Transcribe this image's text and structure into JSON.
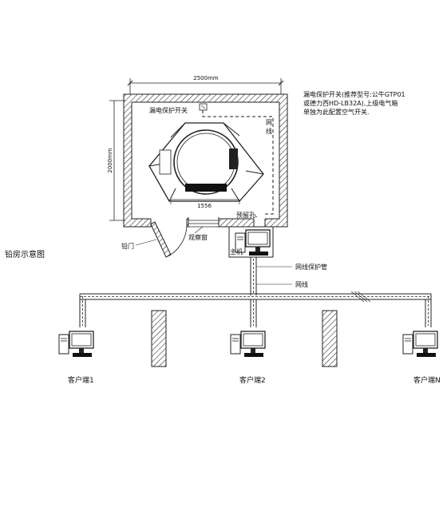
{
  "dimensions": {
    "width": "2500mm",
    "height": "2000mm",
    "inner": "1556"
  },
  "labels": {
    "room_caption": "铅房示意图",
    "leak_switch": "漏电保护开关",
    "cable_room": "网线",
    "reserved_hole": "预留孔",
    "lead_door": "铅门",
    "observe_window": "观察窗",
    "host": "主机",
    "cable_conduit": "网线保护管",
    "cable_main": "网线"
  },
  "note": {
    "line1": "漏电保护开关(推荐型号:公牛GTP01",
    "line2": "或德力西HD-LB32A),上级电气箱",
    "line3": "单独为此配置空气开关."
  },
  "clients": [
    {
      "label": "客户端1"
    },
    {
      "label": "客户端2"
    },
    {
      "label": "客户端N"
    }
  ]
}
